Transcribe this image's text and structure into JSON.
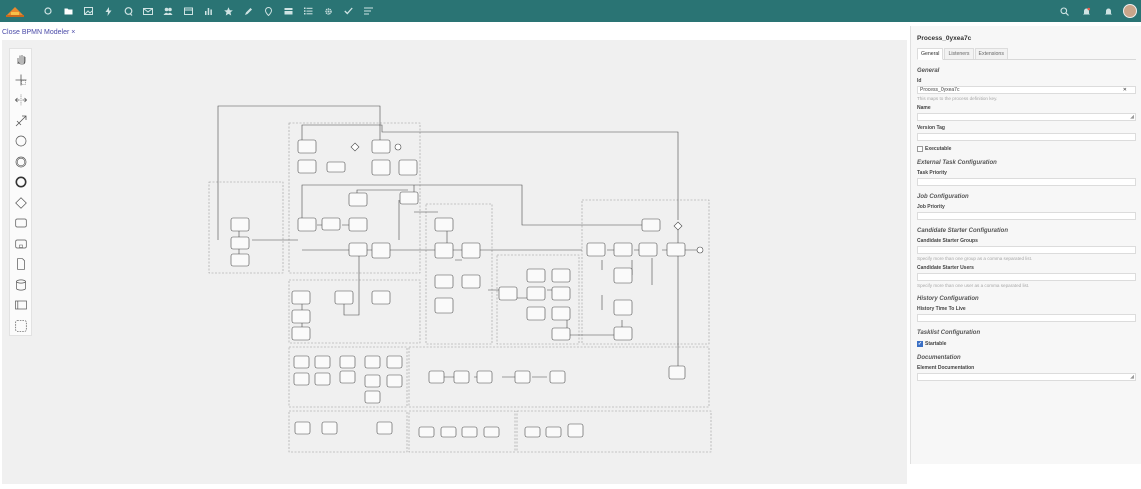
{
  "nav": {
    "icons": [
      "circle-icon",
      "folder-icon",
      "image-icon",
      "lightning-icon",
      "chat-icon",
      "mail-icon",
      "people-icon",
      "calendar-icon",
      "chart-icon",
      "star-icon",
      "pencil-icon",
      "pin-icon",
      "stack-icon",
      "list-icon",
      "gear-icon",
      "check-icon",
      "menu-icon"
    ],
    "right_icons": [
      "search-icon",
      "bell-icon",
      "notification-icon"
    ]
  },
  "modeler": {
    "close_label": "Close BPMN Modeler ×"
  },
  "palette": {
    "tools": [
      "hand-tool",
      "lasso-tool",
      "space-tool",
      "connect-tool",
      "start-event",
      "intermediate-event",
      "end-event",
      "gateway",
      "task",
      "subprocess",
      "data-object",
      "data-store",
      "pool",
      "group"
    ]
  },
  "panel": {
    "title": "Process_0yxea7c",
    "tabs": [
      "General",
      "Listeners",
      "Extensions"
    ],
    "groups": {
      "general": "General",
      "external_task": "External Task Configuration",
      "job": "Job Configuration",
      "candidate": "Candidate Starter Configuration",
      "history": "History Configuration",
      "tasklist": "Tasklist Configuration",
      "documentation": "Documentation"
    },
    "fields": {
      "id_label": "Id",
      "id_value": "Process_0yxea7c",
      "id_hint": "This maps to the process definition key.",
      "name_label": "Name",
      "version_label": "Version Tag",
      "executable_label": "Executable",
      "task_priority_label": "Task Priority",
      "job_priority_label": "Job Priority",
      "groups_label": "Candidate Starter Groups",
      "groups_hint": "Specify more than one group as a comma separated list.",
      "users_label": "Candidate Starter Users",
      "users_hint": "Specify more than one user as a comma separated list.",
      "ttl_label": "History Time To Live",
      "startable_label": "Startable",
      "doc_label": "Element Documentation"
    }
  },
  "colors": {
    "topbar": "#2a7474",
    "link": "#4a4aa8",
    "checkbox": "#3a6fc4"
  }
}
